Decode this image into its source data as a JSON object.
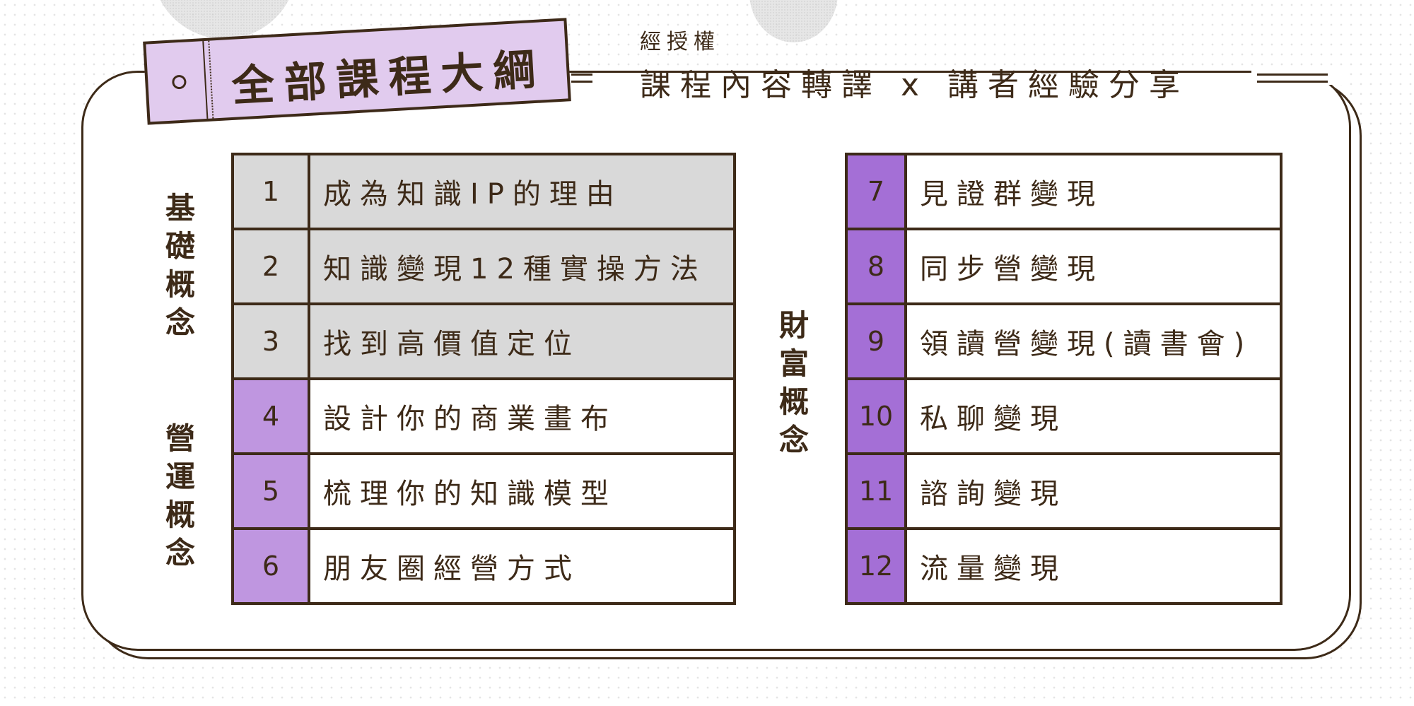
{
  "tag_title": "全部課程大綱",
  "subtitle": "經授權",
  "headline": "課程內容轉譯 x 講者經驗分享",
  "colors": {
    "gray": "#d9d9d9",
    "light_purple": "#bf96e0",
    "purple": "#a46fd6",
    "ink": "#3d2a18"
  },
  "groups": {
    "basic": "基礎概念",
    "ops": "營運概念",
    "wealth": "財富概念"
  },
  "left": [
    {
      "num": "1",
      "title": "成為知識IP的理由",
      "group": "basic"
    },
    {
      "num": "2",
      "title": "知識變現12種實操方法",
      "group": "basic"
    },
    {
      "num": "3",
      "title": "找到高價值定位",
      "group": "basic"
    },
    {
      "num": "4",
      "title": "設計你的商業畫布",
      "group": "ops"
    },
    {
      "num": "5",
      "title": "梳理你的知識模型",
      "group": "ops"
    },
    {
      "num": "6",
      "title": "朋友圈經營方式",
      "group": "ops"
    }
  ],
  "right": [
    {
      "num": "7",
      "title": "見證群變現"
    },
    {
      "num": "8",
      "title": "同步營變現"
    },
    {
      "num": "9",
      "title": "領讀營變現(讀書會)"
    },
    {
      "num": "10",
      "title": "私聊變現"
    },
    {
      "num": "11",
      "title": "諮詢變現"
    },
    {
      "num": "12",
      "title": "流量變現"
    }
  ]
}
